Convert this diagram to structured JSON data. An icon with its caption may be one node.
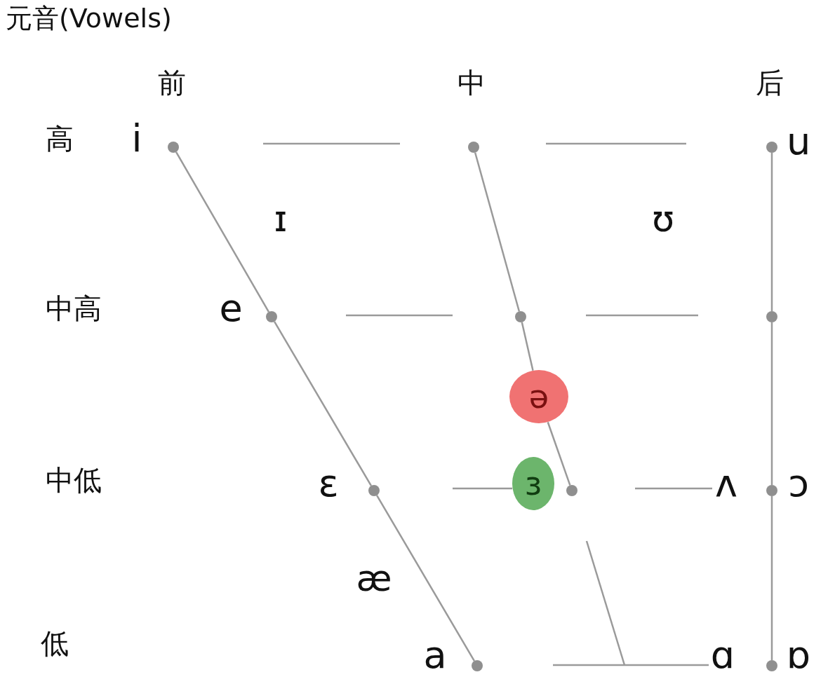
{
  "diagram": {
    "title": "元音(Vowels)",
    "nodes": [
      {
        "text": [],
        "shape": "circle",
        "beside": [
          "i"
        ]
      },
      {
        "text": [],
        "shape": "circle"
      },
      {
        "text": [],
        "shape": "circle",
        "beside": [
          "u"
        ]
      },
      {
        "text": [],
        "shape": "circle",
        "beside": [
          "e"
        ]
      },
      {
        "text": [],
        "shape": "circle"
      },
      {
        "text": [],
        "shape": "circle"
      },
      {
        "text": [
          "ə"
        ]
      },
      {
        "text": [],
        "shape": "circle",
        "beside": [
          "ɛ"
        ]
      },
      {
        "text": [
          "ɜ"
        ]
      },
      {
        "text": [],
        "shape": "circle"
      },
      {
        "text": [],
        "shape": "circle",
        "beside": [
          "ʌ",
          "ɔ"
        ]
      },
      {
        "text": [],
        "shape": "circle",
        "beside": [
          "a"
        ]
      },
      {
        "text": [],
        "shape": "circle",
        "beside": [
          "ɑ",
          "ɒ"
        ]
      }
    ],
    "edges": [
      {
        "from": 0,
        "to": 3,
        "arrow": "none"
      },
      {
        "from": 3,
        "to": 7,
        "arrow": "none"
      },
      {
        "from": 7,
        "to": 11,
        "arrow": "none"
      },
      {
        "from": 1,
        "to": 4,
        "arrow": "none"
      },
      {
        "from": 4,
        "to": 6,
        "arrow": "none"
      },
      {
        "from": 6,
        "to": 9,
        "arrow": "none"
      },
      {
        "from": 2,
        "to": 5,
        "arrow": "none"
      },
      {
        "from": 5,
        "to": 10,
        "arrow": "none"
      },
      {
        "from": 10,
        "to": 12,
        "arrow": "none"
      }
    ],
    "labels": [
      "前",
      "中",
      "后",
      "高",
      "ɪ",
      "ʊ",
      "中高",
      "中低",
      "æ",
      "低"
    ]
  }
}
